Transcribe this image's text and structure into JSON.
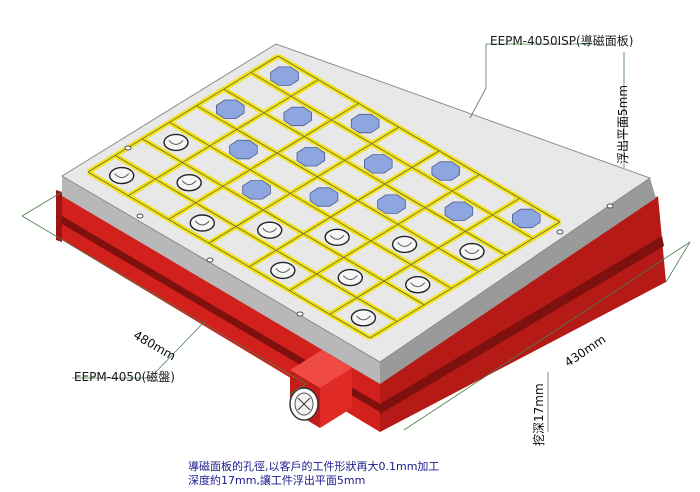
{
  "labels": {
    "top_plate_model": "EEPM-4050ISP(導磁面板)",
    "chuck_model": "EEPM-4050(磁盤)",
    "width_dim": "480mm",
    "depth_dim": "430mm",
    "protrude_dim": "浮出平面5mm",
    "sink_depth_dim": "挖深17mm"
  },
  "notes": {
    "line1": "導磁面板的孔徑,以客戶的工件形狀再大0.1mm加工",
    "line2": "深度約17mm,讓工件浮出平面5mm"
  },
  "colors": {
    "base_red": "#d2201c",
    "base_red_dark": "#9c1512",
    "top_plate_gray": "#e8e8e8",
    "plate_edge_gray": "#b8b8b8",
    "pole_line_yellow": "#f2e21a",
    "workpiece_blue": "#8ea6e0",
    "dimension_green": "#4a7f4a",
    "note_text_blue": "#1a1a8c"
  }
}
